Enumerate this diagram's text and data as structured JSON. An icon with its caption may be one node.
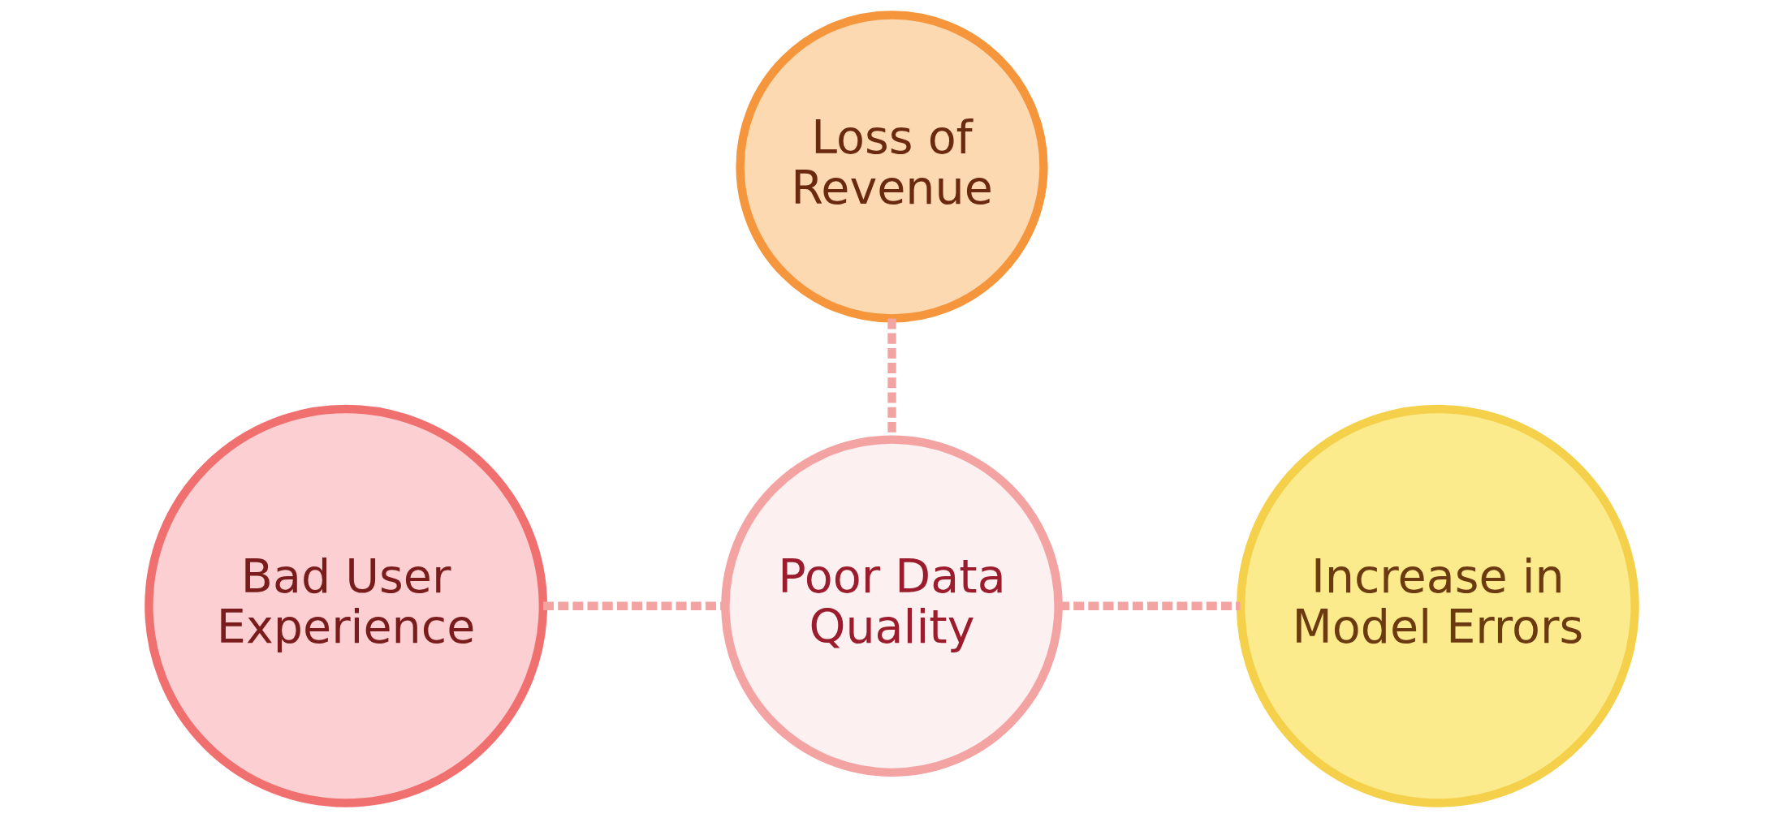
{
  "diagram": {
    "nodes": [
      {
        "text": [
          "Bad User Experience"
        ]
      },
      {
        "text": [
          "Loss of Revenue"
        ]
      },
      {
        "text": [
          "Poor Data Quality"
        ]
      },
      {
        "text": [
          "Increase in Model Errors"
        ]
      }
    ],
    "edges": [
      {
        "from": 0,
        "to": 2,
        "arrow": "none",
        "style": "dashed"
      },
      {
        "from": 1,
        "to": 2,
        "arrow": "none",
        "style": "dashed"
      },
      {
        "from": 2,
        "to": 3,
        "arrow": "none",
        "style": "dashed"
      }
    ]
  }
}
